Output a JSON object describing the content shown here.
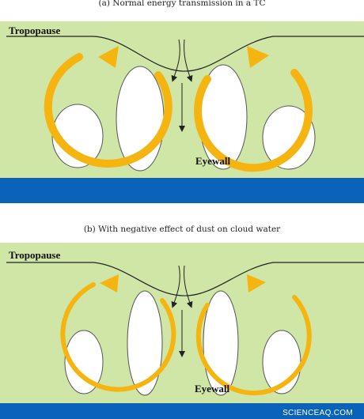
{
  "panel_a": {
    "caption": "(a) Normal energy transmission in a TC",
    "tropopause_label": "Tropopause",
    "eyewall_label": "Eyewall"
  },
  "panel_b": {
    "caption": "(b) With negative effect of dust on cloud water",
    "tropopause_label": "Tropopause",
    "eyewall_label": "Eyewall"
  },
  "watermark": "SCIENCEAQ.COM",
  "colors": {
    "sky": "#cfe6a6",
    "ocean": "#0a63b8",
    "circulation_arrow": "#f5b40f",
    "cloud": "#ffffff"
  }
}
